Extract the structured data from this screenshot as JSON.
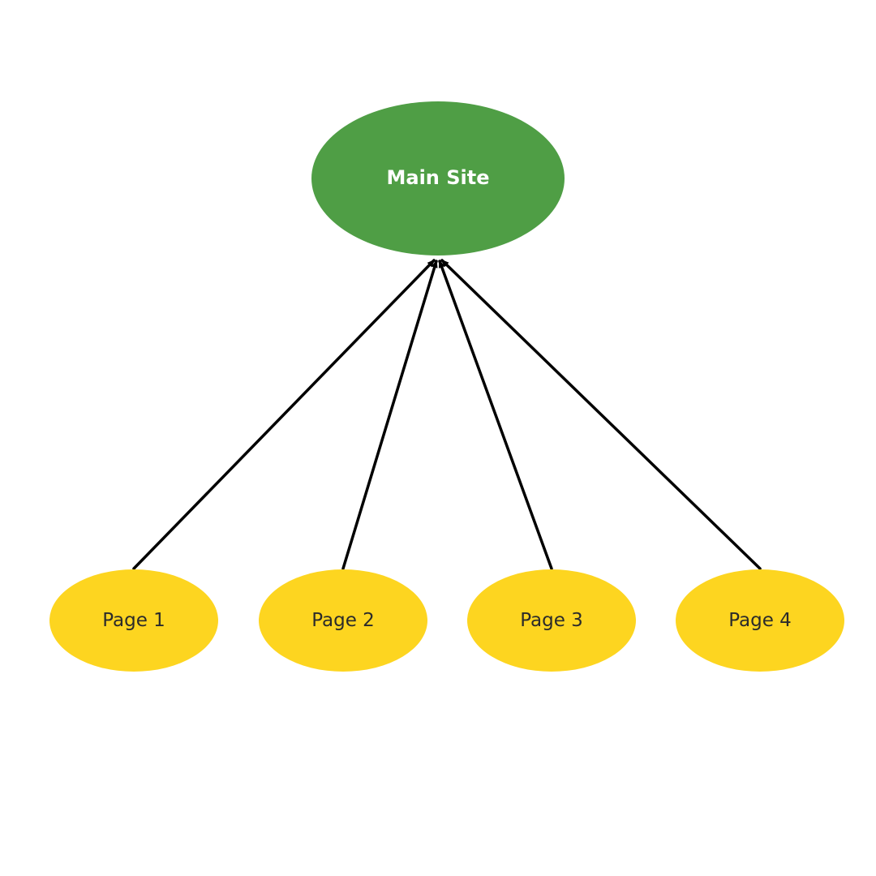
{
  "diagram": {
    "root": {
      "label": "Main Site",
      "fill": "#4f9e45",
      "text_color": "#ffffff"
    },
    "children": [
      {
        "label": "Page 1"
      },
      {
        "label": "Page 2"
      },
      {
        "label": "Page 3"
      },
      {
        "label": "Page 4"
      }
    ],
    "child_fill": "#fdd520",
    "child_text_color": "#2b2b2b",
    "edge_color": "#000000",
    "edge_direction": "child-to-root"
  }
}
